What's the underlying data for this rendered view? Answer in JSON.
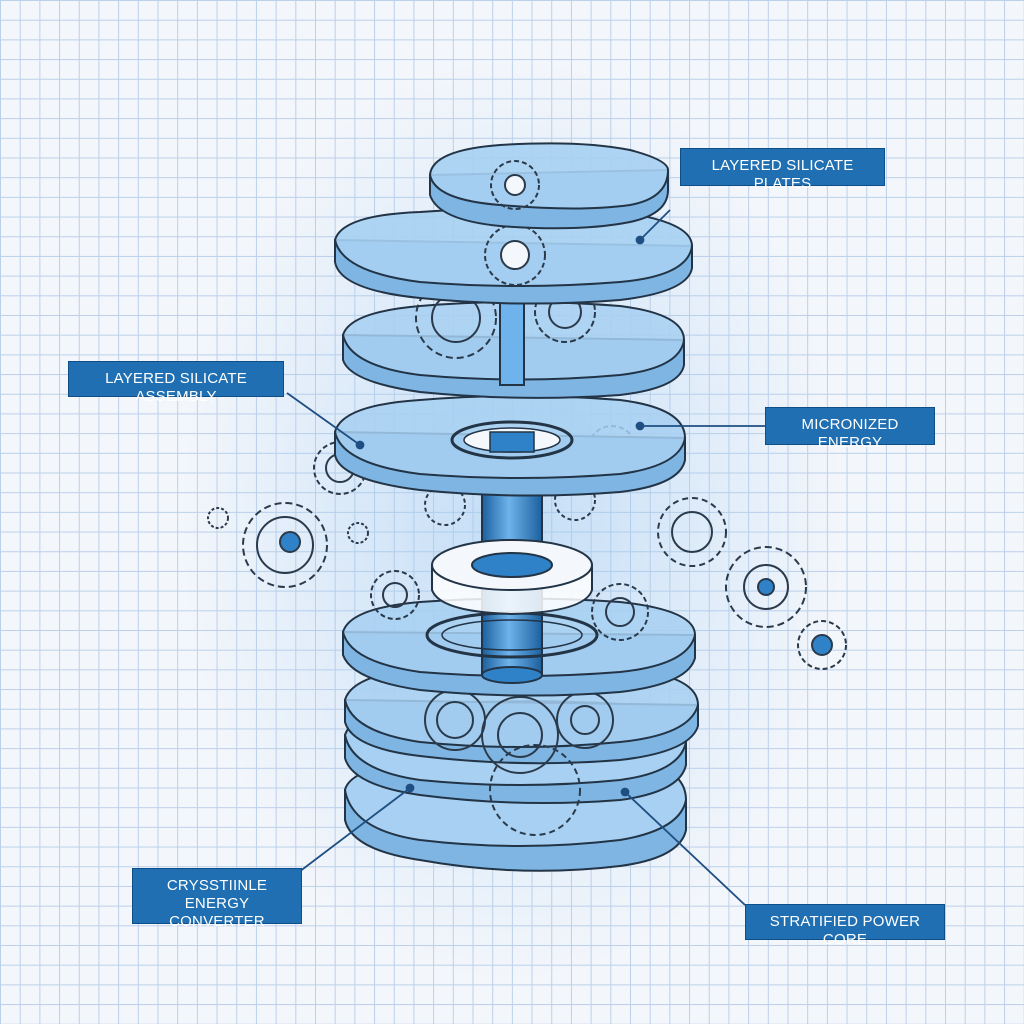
{
  "labels": {
    "plates": "LAYERED SILICATE PLATES",
    "assembly": "LAYERED SILICATE ASSEMBLY",
    "energy": "MICRONIZED ENERGY",
    "converter": "CRYSSTIINLE ENERGY CONVERTER",
    "core": "STRATIFIED POWER CORE"
  },
  "colors": {
    "label_bg": "#1f6fb2",
    "plate_fill": "#8ec0ea",
    "gear_stroke": "#2b3a4a",
    "core_blue": "#2f82c8"
  }
}
